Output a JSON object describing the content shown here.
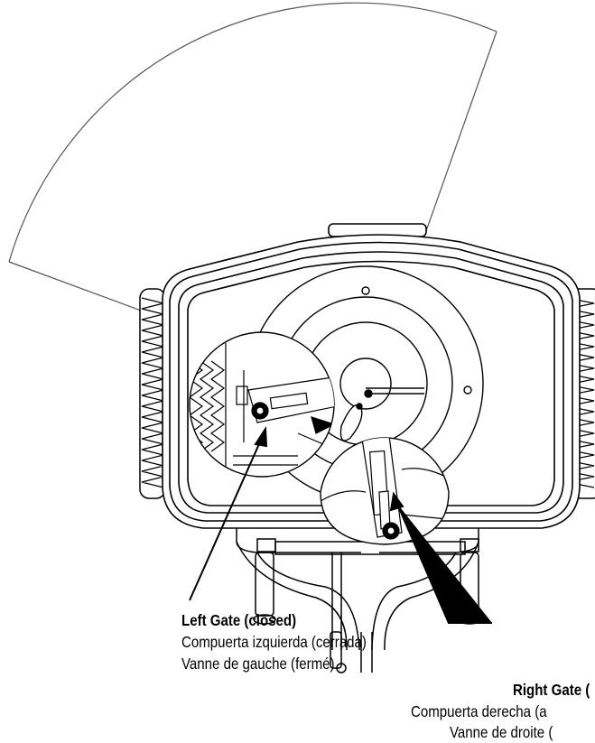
{
  "callouts": {
    "left_gate": {
      "en": "Left Gate (closed)",
      "es": "Compuerta izquierda (cerrada)",
      "fr": "Vanne de gauche (fermé)"
    },
    "right_gate": {
      "en": "Right Gate (",
      "es": "Compuerta derecha (a",
      "fr": "Vanne de droite ("
    }
  },
  "colors": {
    "line": "#000000",
    "fill_light": "#ffffff"
  }
}
